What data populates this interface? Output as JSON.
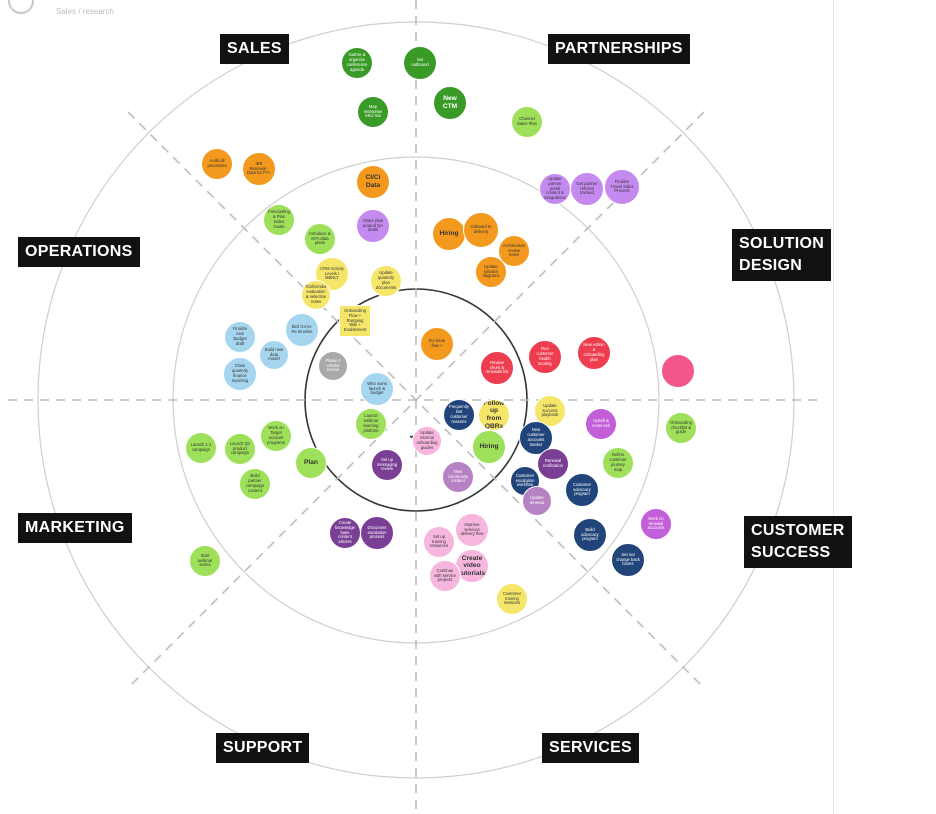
{
  "header": {
    "subtitle": "Sales / research"
  },
  "sections": [
    {
      "id": "sales",
      "label": "SALES"
    },
    {
      "id": "partnerships",
      "label": "PARTNERSHIPS"
    },
    {
      "id": "solution-design",
      "label": "SOLUTION\nDESIGN"
    },
    {
      "id": "operations",
      "label": "OPERATIONS"
    },
    {
      "id": "marketing",
      "label": "MARKETING"
    },
    {
      "id": "customer-success",
      "label": "CUSTOMER\nSUCCESS"
    },
    {
      "id": "support",
      "label": "SUPPORT"
    },
    {
      "id": "services",
      "label": "SERVICES"
    }
  ],
  "colors": {
    "dark_green": "#3a9a28",
    "lime": "#9ee05a",
    "orange": "#f39a1e",
    "purple_light": "#c48af0",
    "sky": "#a6d6ef",
    "yellow": "#f5e66a",
    "red": "#ee3d4e",
    "navy": "#21457a",
    "violet": "#7a3f95",
    "grey": "#a9a9a9",
    "magenta": "#c35fd8",
    "pink": "#f6b6de",
    "mauve": "#b782c4",
    "hot_pink": "#f2568c",
    "outline": "#ffffff",
    "ring": "#cfcfcf",
    "inner_ring": "#333333"
  },
  "notes": [
    {
      "id": "sales-1",
      "text": "Gather & organize conference agenda",
      "color": "dark_green"
    },
    {
      "id": "sales-2",
      "text": "Set outbound",
      "color": "dark_green"
    },
    {
      "id": "sales-3",
      "text": "Map enterprise SKU mix",
      "color": "dark_green"
    },
    {
      "id": "sales-4",
      "text": "New CTM",
      "color": "dark_green",
      "big": true
    },
    {
      "id": "partners-1",
      "text": "Channel Sales Plan",
      "color": "lime"
    },
    {
      "id": "partners-2",
      "text": "Update partner portal content & integrations",
      "color": "purple_light"
    },
    {
      "id": "partners-3",
      "text": "Get partner referral tracked",
      "color": "purple_light"
    },
    {
      "id": "partners-4",
      "text": "Finalize Travel Sales Process",
      "color": "purple_light"
    },
    {
      "id": "ops-1",
      "text": "Audit all processes",
      "color": "orange"
    },
    {
      "id": "ops-2",
      "text": "IBR Renewal - Data for FY+",
      "color": "orange"
    },
    {
      "id": "ops-3",
      "text": "CI/Ci Data",
      "color": "orange",
      "big": true
    },
    {
      "id": "ops-4",
      "text": "Share plan around QA deals",
      "color": "purple_light"
    },
    {
      "id": "ops-5",
      "text": "Forecasting & Plan Sales Goals",
      "color": "lime"
    },
    {
      "id": "ops-6",
      "text": "Introduce & KPA data plans",
      "color": "lime"
    },
    {
      "id": "ops-7",
      "text": "CRM Activity Levels / MBNLT",
      "color": "yellow"
    },
    {
      "id": "ops-8",
      "text": "Update quarterly plan documents",
      "color": "yellow"
    },
    {
      "id": "ops-9",
      "text": "Tool/vendor evaluation & selection notes",
      "color": "yellow"
    },
    {
      "id": "ops-10",
      "text": "Onboarding Flow + Ramping Wiki + Enablement",
      "color": "yellow",
      "shape": "square"
    },
    {
      "id": "sol-1",
      "text": "Hiring",
      "color": "orange",
      "big": true
    },
    {
      "id": "sol-2",
      "text": "Onboard to delivery",
      "color": "orange"
    },
    {
      "id": "sol-3",
      "text": "Architecture review notes",
      "color": "orange"
    },
    {
      "id": "sol-4",
      "text": "Update solution diagrams",
      "color": "orange"
    },
    {
      "id": "sol-5",
      "text": "Fix issue flow +",
      "color": "orange"
    },
    {
      "id": "ops-11",
      "text": "Finalize new Budget draft",
      "color": "sky"
    },
    {
      "id": "ops-12",
      "text": "Bird Go-to-Re timeline",
      "color": "sky"
    },
    {
      "id": "ops-13",
      "text": "Build new data model",
      "color": "sky"
    },
    {
      "id": "ops-14",
      "text": "Close quarterly finance reporting",
      "color": "sky"
    },
    {
      "id": "ops-15",
      "text": "Phase 2 vendor review",
      "color": "grey"
    },
    {
      "id": "ops-16",
      "text": "Who owns launch & budget",
      "color": "sky"
    },
    {
      "id": "cs-1",
      "text": "Review churn & renewals list",
      "color": "red"
    },
    {
      "id": "cs-2",
      "text": "Run customer health scoring",
      "color": "red"
    },
    {
      "id": "cs-3",
      "text": "New Admin & onboarding plan",
      "color": "red"
    },
    {
      "id": "cs-4",
      "text": "",
      "color": "hot_pink"
    },
    {
      "id": "center-1",
      "text": "Frequently lost customer reasons",
      "color": "navy"
    },
    {
      "id": "center-2",
      "text": "Follow up from QBRs",
      "color": "yellow",
      "big": true
    },
    {
      "id": "center-3",
      "text": "Update success playbook",
      "color": "yellow"
    },
    {
      "id": "cs-5",
      "text": "Upsell & cross-sell",
      "color": "magenta"
    },
    {
      "id": "cs-6",
      "text": "Onboarding checklist & guide",
      "color": "lime"
    },
    {
      "id": "center-4",
      "text": "Hiring",
      "color": "lime",
      "big": true
    },
    {
      "id": "cs-7",
      "text": "New customer accounts tracker",
      "color": "navy"
    },
    {
      "id": "cs-8",
      "text": "Renewal notification",
      "color": "violet"
    },
    {
      "id": "cs-9",
      "text": "Define customer journey map",
      "color": "lime"
    },
    {
      "id": "cs-10",
      "text": "Customer escalation workflow",
      "color": "navy"
    },
    {
      "id": "cs-11",
      "text": "Customer advocacy program",
      "color": "navy"
    },
    {
      "id": "cs-12",
      "text": "Update renewal",
      "color": "mauve"
    },
    {
      "id": "cs-13",
      "text": "Build advocacy program",
      "color": "navy"
    },
    {
      "id": "cs-14",
      "text": "Work on renewal accounts",
      "color": "magenta"
    },
    {
      "id": "cs-15",
      "text": "Set out change back boxes",
      "color": "navy"
    },
    {
      "id": "mkt-1",
      "text": "Launch 1:1 campaign",
      "color": "lime"
    },
    {
      "id": "mkt-2",
      "text": "Launch Q2 product campaign",
      "color": "lime"
    },
    {
      "id": "mkt-3",
      "text": "Work on Target account programs",
      "color": "lime"
    },
    {
      "id": "mkt-4",
      "text": "Build partner campaign content",
      "color": "lime"
    },
    {
      "id": "mkt-5",
      "text": "Plan",
      "color": "lime",
      "big": true
    },
    {
      "id": "mkt-6",
      "text": "Launch webinar learning platform",
      "color": "lime"
    },
    {
      "id": "mkt-7",
      "text": "Start webinar series",
      "color": "lime"
    },
    {
      "id": "center-5",
      "text": "Update internal onboarding guides",
      "color": "pink"
    },
    {
      "id": "center-6",
      "text": "Set up messaging review",
      "color": "violet"
    },
    {
      "id": "center-7",
      "text": "New community content",
      "color": "mauve"
    },
    {
      "id": "sup-1",
      "text": "Create knowledge base content articles",
      "color": "violet"
    },
    {
      "id": "sup-2",
      "text": "Document escalation process",
      "color": "violet"
    },
    {
      "id": "srv-1",
      "text": "Set up training resources",
      "color": "pink"
    },
    {
      "id": "srv-2",
      "text": "Improve services delivery flow",
      "color": "pink"
    },
    {
      "id": "srv-3",
      "text": "Create video tutorials",
      "color": "pink",
      "big": true
    },
    {
      "id": "srv-4",
      "text": "Continue with service projects",
      "color": "pink"
    },
    {
      "id": "srv-5",
      "text": "Customer training sessions",
      "color": "yellow"
    }
  ]
}
